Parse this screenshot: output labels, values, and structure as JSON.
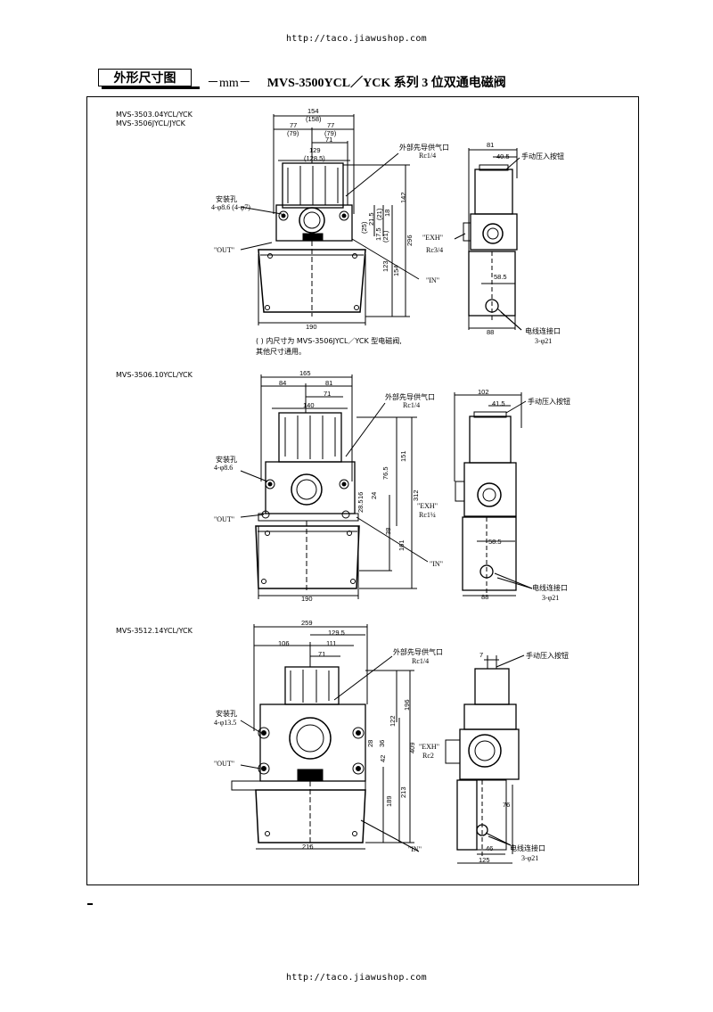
{
  "header_url": "http://taco.jiawushop.com",
  "footer_url": "http://taco.jiawushop.com",
  "title": {
    "box_label": "外形尺寸图",
    "unit": "－mm－",
    "series": "MVS-3500YCL／YCK 系列 3 位双通电磁阀"
  },
  "section1": {
    "models": [
      "MVS-3503.04YCL/YCK",
      "MVS-3506JYCL/JYCK"
    ],
    "mount_hole_label": "安装孔",
    "mount_hole_spec": "4-φ8.6 (4-φ7)",
    "out_label": "\"OUT\"",
    "in_label": "\"IN\"",
    "exh_label": "\"EXH\"",
    "exh_spec": "Rc3/4",
    "pilot_label": "外部先导供气口",
    "pilot_spec": "Rc1/4",
    "manual_label": "手动压入按钮",
    "wire_label": "电线连接口",
    "wire_spec": "3-φ21",
    "note_line1": "(   ) 内尺寸为 MVS-3506JYCL／YCK 型电磁阀,",
    "note_line2": "其他尺寸通用。",
    "dims": {
      "d154": "154",
      "d158": "(158)",
      "d77a": "77",
      "d79a": "(79)",
      "d77b": "77",
      "d79b": "(79)",
      "d71": "71",
      "d129": "129",
      "d1285": "(128.5)",
      "d190": "190",
      "d142": "142",
      "d296": "296",
      "d154v": "154",
      "d123": "123",
      "d18": "18",
      "d21a": "(21)",
      "d215": "21.5",
      "d25": "(25)",
      "d175": "17.5",
      "d21b": "(21)",
      "d81": "81",
      "d405": "40.5",
      "d585": "58.5",
      "d88": "88"
    }
  },
  "section2": {
    "model": "MVS-3506.10YCL/YCK",
    "mount_hole_label": "安装孔",
    "mount_hole_spec": "4-φ8.6",
    "out_label": "\"OUT\"",
    "in_label": "\"IN\"",
    "exh_label": "\"EXH\"",
    "exh_spec": "Rc1¼",
    "pilot_label": "外部先导供气口",
    "pilot_spec": "Rc1/4",
    "manual_label": "手动压入按钮",
    "wire_label": "电线连接口",
    "wire_spec": "3-φ21",
    "dims": {
      "d165": "165",
      "d84": "84",
      "d81": "81",
      "d71": "71",
      "d140": "140",
      "d190": "190",
      "d765": "76.5",
      "d151": "151",
      "d312": "312",
      "d161": "161",
      "d38": "38",
      "d16": "16",
      "d24": "24",
      "d285": "28.5",
      "d102": "102",
      "d415": "41.5",
      "d585": "58.5",
      "d88": "88"
    }
  },
  "section3": {
    "model": "MVS-3512.14YCL/YCK",
    "mount_hole_label": "安装孔",
    "mount_hole_spec": "4-φ13.5",
    "out_label": "\"OUT\"",
    "in_label": "\"IN\"",
    "exh_label": "\"EXH\"",
    "exh_spec": "Rc2",
    "pilot_label": "外部先导供气口",
    "pilot_spec": "Rc1/4",
    "manual_label": "手动压入按钮",
    "wire_label": "电线连接口",
    "wire_spec": "3-φ21",
    "dims": {
      "d259": "259",
      "d1295": "129.5",
      "d106": "106",
      "d111": "111",
      "d71": "71",
      "d216": "216",
      "d122": "122",
      "d196": "196",
      "d409": "409",
      "d189": "189",
      "d213": "213",
      "d28": "28",
      "d36": "36",
      "d42": "42",
      "d7": "7",
      "d76": "76",
      "d46": "46",
      "d125": "125"
    }
  }
}
